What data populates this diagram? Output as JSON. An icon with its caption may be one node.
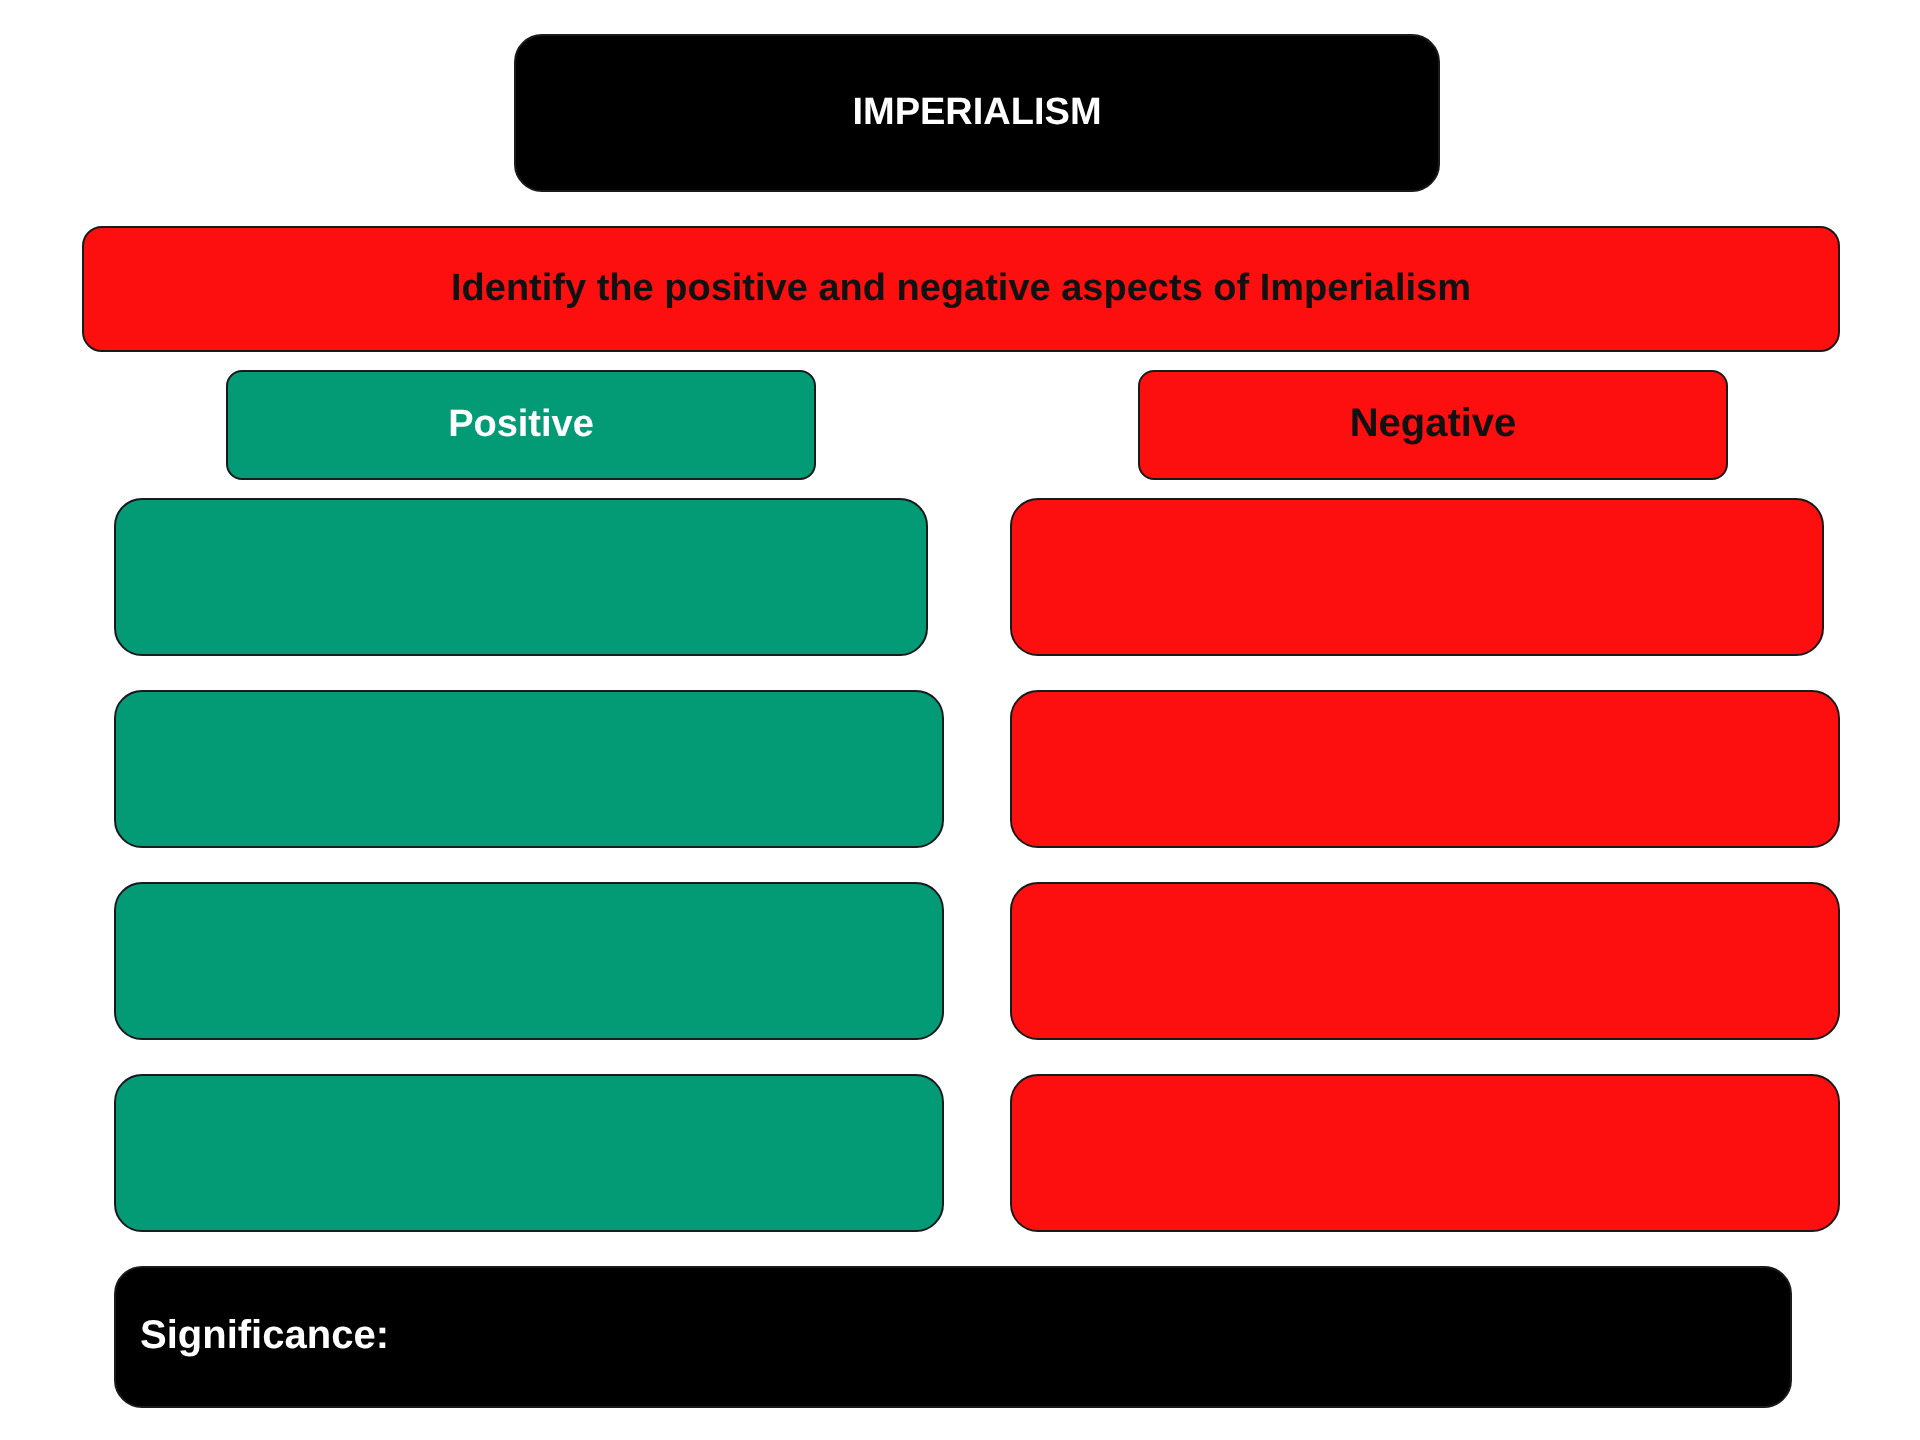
{
  "diagram": {
    "nodes": [
      {
        "text": [
          "IMPERIALISM"
        ]
      },
      {
        "text": [
          "Identify the positive and negative aspects of Imperialism"
        ]
      },
      {
        "text": [
          "Positive"
        ]
      },
      {
        "text": [
          "Negative"
        ]
      },
      {
        "text": [],
        "shape": "box"
      },
      {
        "text": [],
        "shape": "box"
      },
      {
        "text": [],
        "shape": "box"
      },
      {
        "text": [],
        "shape": "box"
      },
      {
        "text": [],
        "shape": "box"
      },
      {
        "text": [],
        "shape": "box"
      },
      {
        "text": [],
        "shape": "box"
      },
      {
        "text": [],
        "shape": "box"
      },
      {
        "text": [
          "Significance:"
        ]
      }
    ]
  }
}
